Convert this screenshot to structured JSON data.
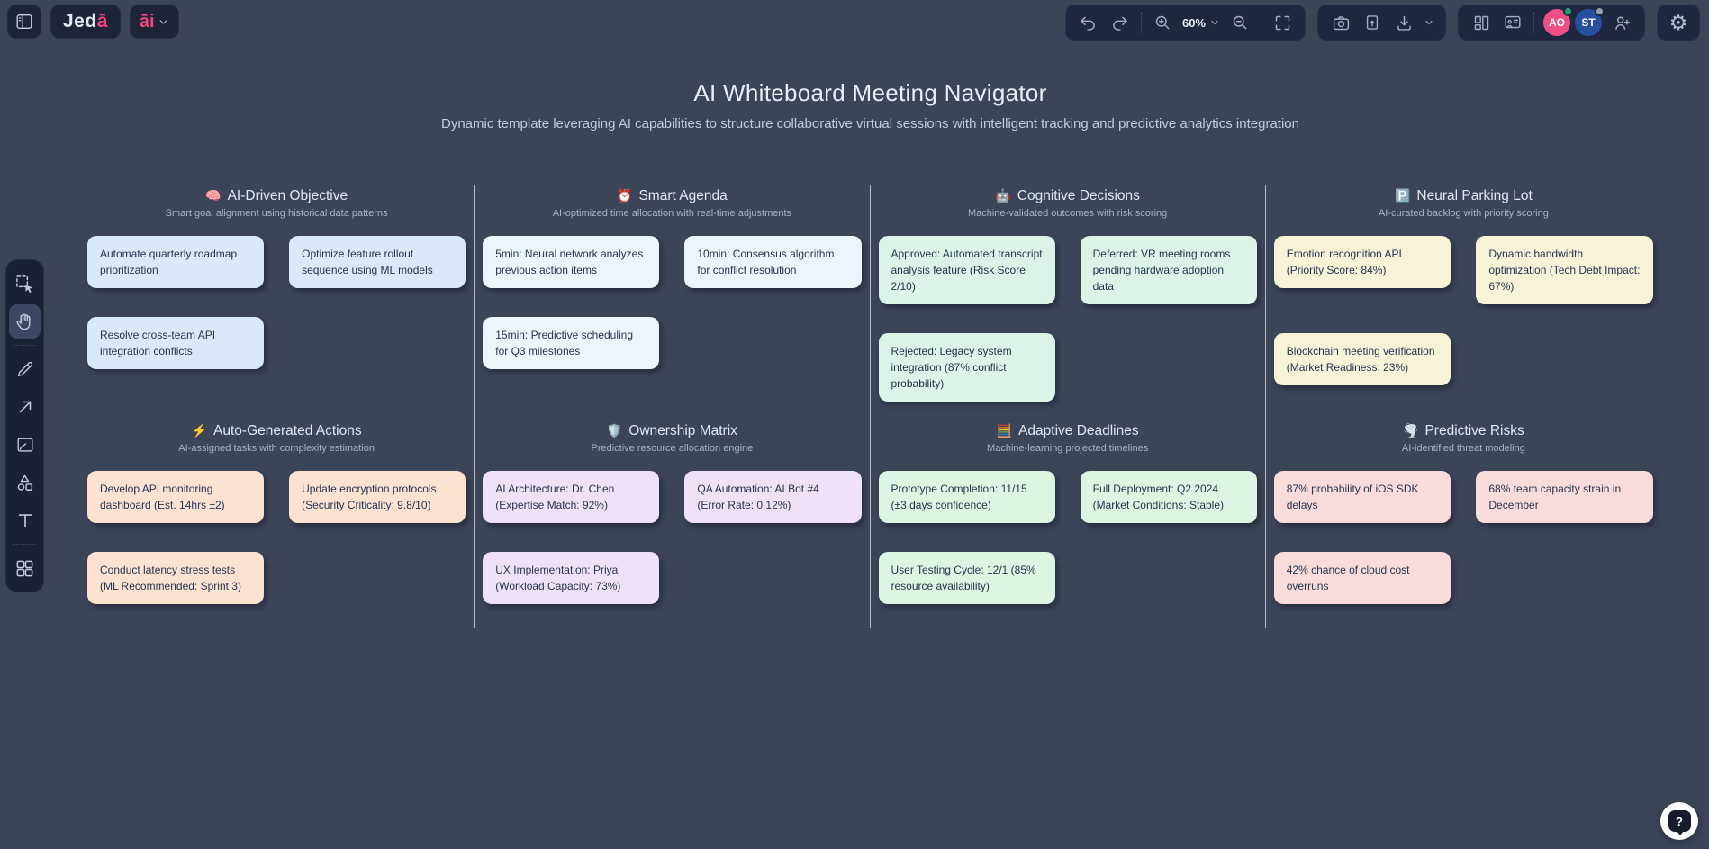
{
  "topbar": {
    "logo": {
      "text": "Jed",
      "accent": "ā"
    },
    "ai_menu": {
      "label": "āi"
    },
    "zoom_level": "60%"
  },
  "icons": {
    "gear": "⚙"
  },
  "collaborators": [
    {
      "initials": "AO",
      "color": "#ef4d85",
      "status_color": "#19a468"
    },
    {
      "initials": "ST",
      "color": "#24509f",
      "status_color": "#9aa0ab"
    }
  ],
  "canvas": {
    "title": "AI Whiteboard Meeting Navigator",
    "subtitle": "Dynamic template leveraging AI capabilities to structure collaborative virtual sessions with intelligent tracking and predictive analytics integration",
    "sections": [
      {
        "emoji": "🧠",
        "title": "AI-Driven Objective",
        "description": "Smart goal alignment using historical data patterns",
        "note_color": "#d9e9f8",
        "notes": [
          "Automate quarterly roadmap prioritization",
          "Optimize feature rollout sequence using ML models",
          "Resolve cross-team API integration conflicts"
        ]
      },
      {
        "emoji": "⏰",
        "title": "Smart Agenda",
        "description": "AI-optimized time allocation with real-time adjustments",
        "note_color": "#ecf5fc",
        "notes": [
          "5min: Neural network analyzes previous action items",
          "10min: Consensus algorithm for conflict resolution",
          "15min: Predictive scheduling for Q3 milestones"
        ]
      },
      {
        "emoji": "🤖",
        "title": "Cognitive Decisions",
        "description": "Machine-validated outcomes with risk scoring",
        "note_color": "#dcf4e8",
        "notes": [
          "Approved: Automated transcript analysis feature (Risk Score 2/10)",
          "Deferred: VR meeting rooms pending hardware adoption data",
          "Rejected: Legacy system integration (87% conflict probability)"
        ]
      },
      {
        "emoji": "🅿️",
        "title": "Neural Parking Lot",
        "description": "AI-curated backlog with priority scoring",
        "note_color": "#f6f3d7",
        "notes": [
          "Emotion recognition API (Priority Score: 84%)",
          "Dynamic bandwidth optimization (Tech Debt Impact: 67%)",
          "Blockchain meeting verification (Market Readiness: 23%)"
        ]
      },
      {
        "emoji": "⚡",
        "title": "Auto-Generated Actions",
        "description": "AI-assigned tasks with complexity estimation",
        "note_color": "#fbe2d1",
        "notes": [
          "Develop API monitoring dashboard (Est. 14hrs ±2)",
          "Update encryption protocols (Security Criticality: 9.8/10)",
          "Conduct latency stress tests (ML Recommended: Sprint 3)"
        ]
      },
      {
        "emoji": "🛡️",
        "title": "Ownership Matrix",
        "description": "Predictive resource allocation engine",
        "note_color": "#efe2f6",
        "notes": [
          "AI Architecture: Dr. Chen (Expertise Match: 92%)",
          "QA Automation: AI Bot #4 (Error Rate: 0.12%)",
          "UX Implementation: Priya (Workload Capacity: 73%)"
        ]
      },
      {
        "emoji": "🧮",
        "title": "Adaptive Deadlines",
        "description": "Machine-learning projected timelines",
        "note_color": "#dcf6e2",
        "notes": [
          "Prototype Completion: 11/15 (±3 days confidence)",
          "Full Deployment: Q2 2024 (Market Conditions: Stable)",
          "User Testing Cycle: 12/1 (85% resource availability)"
        ]
      },
      {
        "emoji": "🌪️",
        "title": "Predictive Risks",
        "description": "AI-identified threat modeling",
        "note_color": "#fadbdb",
        "notes": [
          "87% probability of iOS SDK delays",
          "68% team capacity strain in December",
          "42% chance of cloud cost overruns"
        ]
      }
    ]
  },
  "help": {
    "label": "?"
  }
}
